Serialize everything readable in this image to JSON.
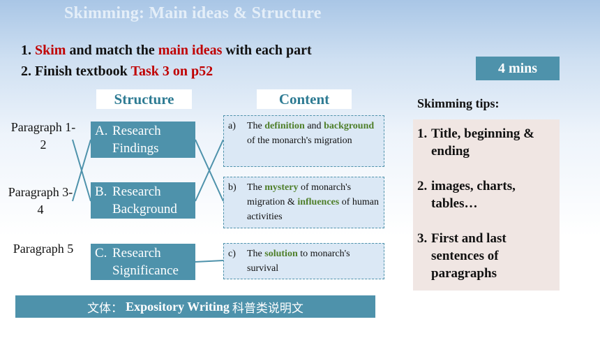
{
  "slide": {
    "title": "Skimming: Main ideas & Structure",
    "tasks": [
      {
        "num": "1.",
        "parts": [
          {
            "t": "Skim",
            "hl": true
          },
          {
            "t": " and match the ",
            "hl": false
          },
          {
            "t": "main ideas",
            "hl": true
          },
          {
            "t": " with each part",
            "hl": false
          }
        ]
      },
      {
        "num": "2.",
        "parts": [
          {
            "t": "Finish textbook ",
            "hl": false
          },
          {
            "t": "Task 3 on p52",
            "hl": true
          }
        ]
      }
    ],
    "timer": "4 mins",
    "structure_header": "Structure",
    "content_header": "Content",
    "paragraphs": [
      "Paragraph 1-2",
      "Paragraph 3-4",
      "Paragraph 5"
    ],
    "structure_items": [
      {
        "letter": "A.",
        "text1": "Research",
        "text2": "Findings"
      },
      {
        "letter": "B.",
        "text1": "Research",
        "text2": "Background"
      },
      {
        "letter": "C.",
        "text1": "Research",
        "text2": "Significance"
      }
    ],
    "content_items": [
      {
        "letter": "a)",
        "parts": [
          {
            "t": "The ",
            "kw": false
          },
          {
            "t": "definition",
            "kw": true
          },
          {
            "t": " and ",
            "kw": false
          },
          {
            "t": "background",
            "kw": true
          },
          {
            "t": " of the monarch's migration",
            "kw": false
          }
        ]
      },
      {
        "letter": "b)",
        "parts": [
          {
            "t": "The ",
            "kw": false
          },
          {
            "t": "mystery",
            "kw": true
          },
          {
            "t": " of monarch's migration  & ",
            "kw": false
          },
          {
            "t": "influences",
            "kw": true
          },
          {
            "t": " of human activities",
            "kw": false
          }
        ]
      },
      {
        "letter": "c)",
        "parts": [
          {
            "t": "The ",
            "kw": false
          },
          {
            "t": "solution",
            "kw": true
          },
          {
            "t": " to monarch's survival",
            "kw": false
          }
        ]
      }
    ],
    "tips_heading": "Skimming tips:",
    "tips": [
      {
        "num": "1.",
        "text": "Title, beginning & ending"
      },
      {
        "num": "2.",
        "text": "images, charts, tables…"
      },
      {
        "num": "3.",
        "text": "First and last sentences of paragraphs"
      }
    ],
    "genre": {
      "prefix": "文体：",
      "english": "Expository Writing",
      "suffix": "科普类说明文"
    }
  },
  "colors": {
    "accent": "#4e92ab",
    "highlight": "#c00000",
    "keyword": "#4f7f2a",
    "tips_bg": "#f0e6e3"
  }
}
